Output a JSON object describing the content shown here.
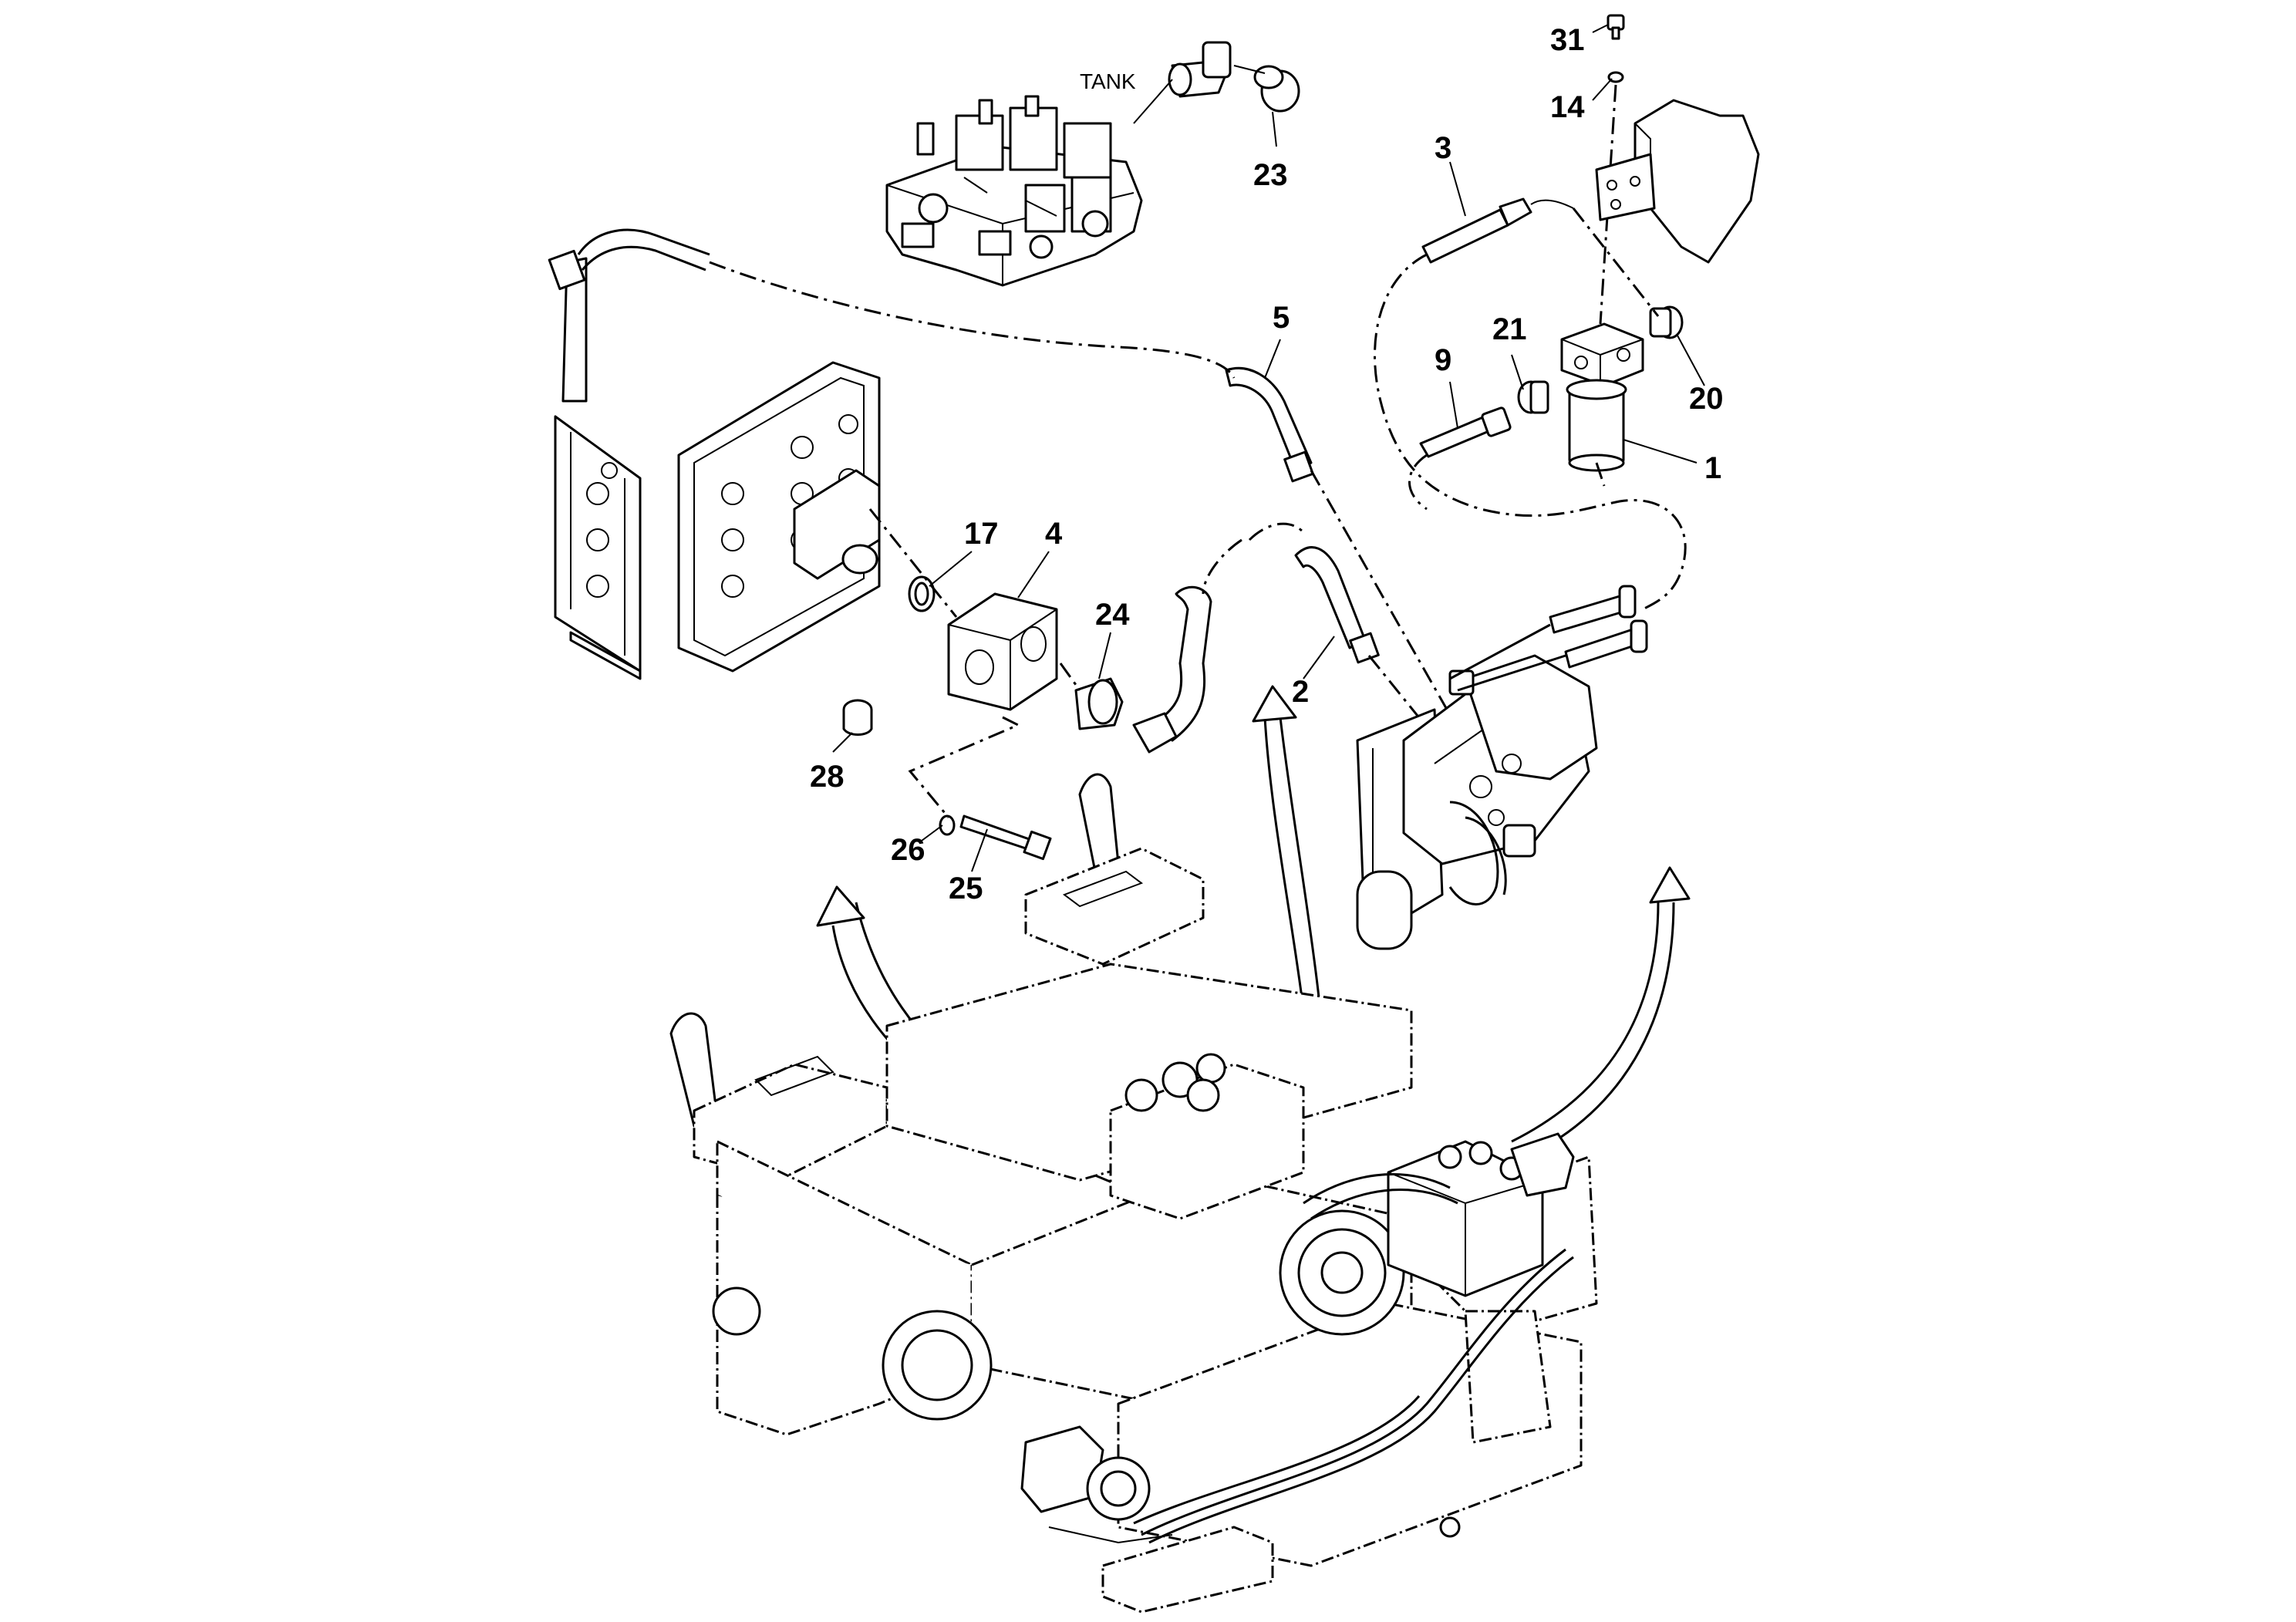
{
  "diagram": {
    "callouts": [
      {
        "id": "31",
        "text": "31"
      },
      {
        "id": "14",
        "text": "14"
      },
      {
        "id": "3",
        "text": "3"
      },
      {
        "id": "23",
        "text": "23"
      },
      {
        "id": "5",
        "text": "5"
      },
      {
        "id": "21",
        "text": "21"
      },
      {
        "id": "9",
        "text": "9"
      },
      {
        "id": "20",
        "text": "20"
      },
      {
        "id": "1",
        "text": "1"
      },
      {
        "id": "17",
        "text": "17"
      },
      {
        "id": "4",
        "text": "4"
      },
      {
        "id": "24",
        "text": "24"
      },
      {
        "id": "2",
        "text": "2"
      },
      {
        "id": "28",
        "text": "28"
      },
      {
        "id": "26",
        "text": "26"
      },
      {
        "id": "25",
        "text": "25"
      }
    ],
    "tank_label": "TANK"
  }
}
